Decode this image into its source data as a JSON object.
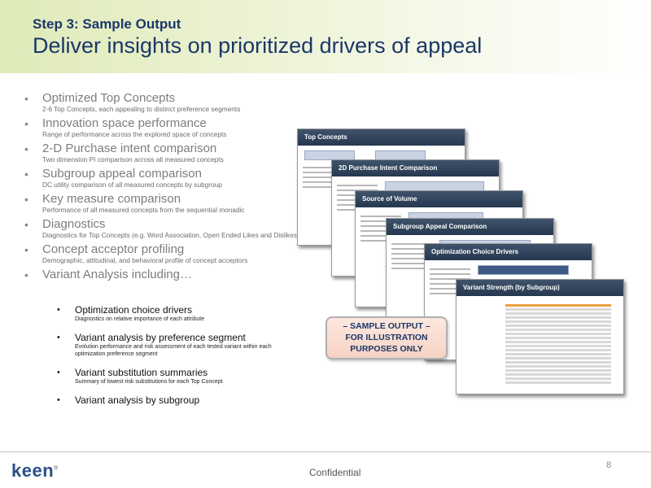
{
  "header": {
    "step": "Step 3: Sample Output",
    "title": "Deliver insights on prioritized drivers of appeal"
  },
  "bullets": [
    {
      "heading": "Optimized Top Concepts",
      "sub": "2-6 Top Concepts, each appealing to distinct preference segments"
    },
    {
      "heading": "Innovation space performance",
      "sub": "Range of performance across the explored space of concepts"
    },
    {
      "heading": "2-D Purchase intent comparison",
      "sub": "Two dimension PI comparison across all measured concepts"
    },
    {
      "heading": "Subgroup appeal comparison",
      "sub": "DC utility comparison of all measured concepts by subgroup"
    },
    {
      "heading": "Key measure comparison",
      "sub": "Performance of all measured concepts from the sequential monadic"
    },
    {
      "heading": "Diagnostics",
      "sub": "Diagnostics for Top Concepts (e.g. Word Association, Open Ended Likes and Dislikes)"
    },
    {
      "heading": "Concept acceptor profiling",
      "sub": "Demographic, attitudinal, and behavioral profile of concept acceptors"
    },
    {
      "heading": "Variant Analysis including…",
      "sub": ""
    }
  ],
  "sub_bullets": [
    {
      "heading": "Optimization choice drivers",
      "sub": "Diagnostics on relative importance of each attribute"
    },
    {
      "heading": "Variant analysis by preference segment",
      "sub": "Evolution performance and risk assessment of each tested variant within each optimization preference segment"
    },
    {
      "heading": "Variant substitution summaries",
      "sub": "Summary of lowest risk substitutions for each Top Concept"
    },
    {
      "heading": "Variant analysis by subgroup",
      "sub": ""
    }
  ],
  "slides": [
    {
      "title": "Top Concepts"
    },
    {
      "title": "2D Purchase Intent Comparison"
    },
    {
      "title": "Source of Volume"
    },
    {
      "title": "Subgroup Appeal Comparison"
    },
    {
      "title": "Optimization Choice Drivers"
    },
    {
      "title": "Variant Strength (by Subgroup)"
    }
  ],
  "stamp": {
    "line1": "– SAMPLE OUTPUT –",
    "line2": "FOR ILLUSTRATION",
    "line3": "PURPOSES ONLY"
  },
  "footer": {
    "logo": "keen",
    "registered": "®",
    "confidential": "Confidential",
    "page": "8"
  }
}
